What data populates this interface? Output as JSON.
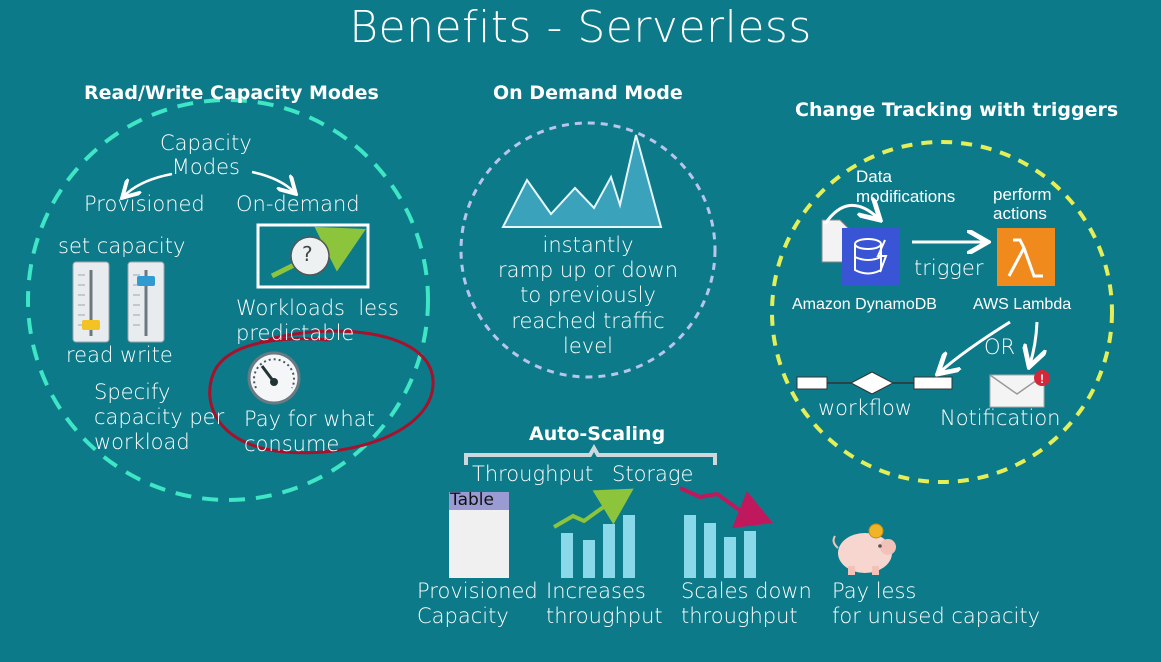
{
  "title": "Benefits - Serverless",
  "left": {
    "heading": "Read/Write Capacity Modes",
    "capacity_modes": "Capacity\nModes",
    "provisioned": "Provisioned",
    "on_demand": "On-demand",
    "set_capacity": "set capacity",
    "read": "read",
    "write": "write",
    "specify": "Specify\ncapacity per\nworkload",
    "workloads": "Workloads  less\npredictable",
    "question_mark": "?",
    "pay": "Pay for what\nconsume"
  },
  "middle": {
    "heading": "On Demand Mode",
    "ramp_text": "instantly\nramp up or down\nto previously\nreached traffic\nlevel"
  },
  "right": {
    "heading": "Change Tracking with triggers",
    "data_mod": "Data\nmodifications",
    "perform": "perform\nactions",
    "trigger": "trigger",
    "dynamodb": "Amazon DynamoDB",
    "lambda": "AWS Lambda",
    "or": "OR",
    "workflow": "workflow",
    "notification": "Notification"
  },
  "autoscaling": {
    "heading": "Auto-Scaling",
    "throughput": "Throughput",
    "storage": "Storage",
    "table": "Table",
    "provisioned_capacity": "Provisioned\nCapacity",
    "increases": "Increases\nthroughput",
    "scales_down": "Scales down\nthroughput",
    "pay_less": "Pay less\nfor unused capacity"
  },
  "colors": {
    "background": "#0d7a8a",
    "teal_dash": "#3ee6c5",
    "lavender_dash": "#b9c6ec",
    "yellow_dash": "#e4ef58",
    "red_circle": "#a6112b",
    "bar_blue": "#8ad9ea",
    "green_arrow": "#8cc43c",
    "red_arrow": "#c0185c",
    "dynamodb": "#3a54d6",
    "lambda": "#f08a1c"
  },
  "icons": [
    "slider-icon",
    "speedometer-icon",
    "question-chart-icon",
    "dynamodb-icon",
    "lambda-icon",
    "document-icon",
    "envelope-icon",
    "piggy-bank-icon",
    "mountain-chart-icon"
  ]
}
